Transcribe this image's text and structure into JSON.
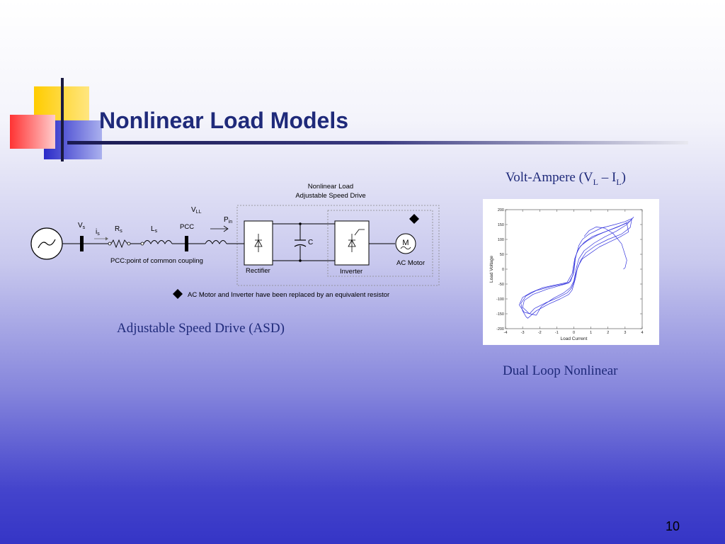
{
  "slide": {
    "title": "Nonlinear Load Models",
    "number": "10",
    "accent_colors": {
      "yellow": "#ffcc00",
      "red": "#ff4444",
      "blue": "#3333cc",
      "dark": "#1f2a7a"
    }
  },
  "diagram": {
    "nonlinear_load_line1": "Nonlinear Load",
    "nonlinear_load_line2": "Adjustable Speed Drive",
    "vs": "V",
    "vs_sub": "s",
    "is": "i",
    "is_sub": "s",
    "rs": "R",
    "rs_sub": "s",
    "ls": "L",
    "ls_sub": "s",
    "pcc": "PCC",
    "vll": "V",
    "vll_sub": "LL",
    "pin": "P",
    "pin_sub": "in",
    "pcc_note": "PCC:point of common coupling",
    "capacitor": "C",
    "motor_symbol": "M",
    "rectifier": "Rectifier",
    "inverter": "Inverter",
    "ac_motor": "AC Motor",
    "note": "AC Motor and Inverter have been replaced by an equivalent resistor",
    "source_icon": "ac-source-icon",
    "note_icon": "diamond-icon"
  },
  "asd_caption": "Adjustable Speed Drive (ASD)",
  "va_title": {
    "prefix": "Volt-Ampere (V",
    "sub1": "L",
    "mid": " – I",
    "sub2": "L",
    "suffix": ")"
  },
  "loop_caption": "Dual Loop Nonlinear",
  "chart_data": {
    "type": "line",
    "title": "",
    "xlabel": "Load Current",
    "ylabel": "Load Voltage",
    "xlim": [
      -4,
      4
    ],
    "ylim": [
      -200,
      200
    ],
    "xticks": [
      -4,
      -3,
      -2,
      -1,
      0,
      1,
      2,
      3,
      4
    ],
    "yticks": [
      200,
      150,
      100,
      50,
      0,
      -50,
      -100,
      -150,
      -200
    ],
    "grid": false,
    "series_color": "#3333dd",
    "series": [
      {
        "x": [
          -2.8,
          -3.0,
          -3.1,
          -2.8,
          -2.2,
          -1.3,
          -0.6,
          -0.2,
          0.0,
          0.1,
          0.2,
          0.3,
          0.5,
          0.9,
          1.6,
          2.4,
          3.0,
          3.4,
          3.3,
          2.8,
          2.0,
          1.3,
          0.7,
          0.4,
          0.2,
          0.1,
          0.0,
          -0.1,
          -0.3,
          -0.8,
          -1.5,
          -2.2,
          -2.7,
          -2.8
        ],
        "y": [
          -160,
          -140,
          -115,
          -90,
          -72,
          -58,
          -50,
          -42,
          -10,
          40,
          60,
          80,
          100,
          118,
          138,
          150,
          160,
          170,
          140,
          118,
          100,
          80,
          55,
          30,
          0,
          -30,
          -50,
          -70,
          -85,
          -100,
          -118,
          -140,
          -165,
          -160
        ]
      },
      {
        "x": [
          -2.6,
          -3.0,
          -2.9,
          -2.4,
          -1.6,
          -0.8,
          -0.3,
          -0.05,
          0.05,
          0.15,
          0.3,
          0.6,
          1.1,
          1.8,
          2.5,
          3.1,
          3.2,
          2.7,
          2.1,
          1.5,
          1.0,
          0.5,
          0.25,
          0.1,
          0.0,
          -0.15,
          -0.4,
          -0.9,
          -1.6,
          -2.3,
          -2.6
        ],
        "y": [
          -150,
          -128,
          -105,
          -85,
          -68,
          -55,
          -47,
          -20,
          25,
          50,
          70,
          90,
          110,
          125,
          140,
          155,
          125,
          108,
          92,
          75,
          55,
          35,
          10,
          -20,
          -45,
          -65,
          -80,
          -95,
          -112,
          -132,
          -150
        ]
      },
      {
        "x": [
          -2.2,
          -2.9,
          -3.2,
          -3.0,
          -2.5,
          -1.8,
          -1.0,
          -0.4,
          -0.1,
          0.05,
          0.2,
          0.4,
          0.8,
          1.4,
          2.1,
          2.8,
          3.3,
          3.5,
          3.1,
          2.5,
          1.8,
          1.2,
          0.6,
          0.3,
          0.15,
          0.0,
          -0.2,
          -0.6,
          -1.2,
          -1.9,
          -2.2
        ],
        "y": [
          -155,
          -145,
          -120,
          -95,
          -78,
          -62,
          -52,
          -45,
          -15,
          35,
          58,
          78,
          96,
          115,
          132,
          148,
          162,
          175,
          150,
          128,
          108,
          88,
          62,
          35,
          5,
          -40,
          -62,
          -80,
          -98,
          -125,
          -155
        ]
      },
      {
        "x": [
          0.6,
          0.9,
          1.3,
          1.8,
          2.3,
          2.8,
          3.1,
          3.0,
          2.9
        ],
        "y": [
          110,
          130,
          142,
          138,
          120,
          85,
          30,
          5,
          0
        ]
      }
    ]
  }
}
